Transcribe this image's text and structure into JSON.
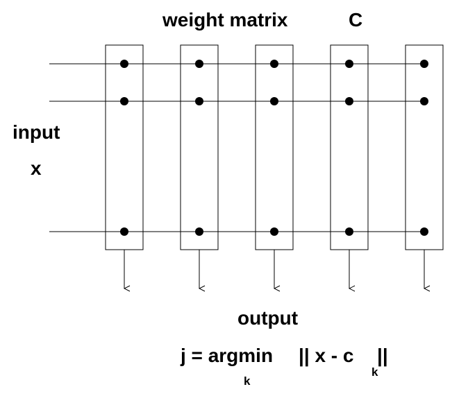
{
  "diagram": {
    "title_left": "weight matrix",
    "title_right": "C",
    "input_label_1": "input",
    "input_label_2": "x",
    "output_label": "output",
    "formula_main": "j = argmin",
    "formula_sub_k1": "k",
    "formula_norm_left": "|| x - c",
    "formula_sub_k2": "k",
    "formula_norm_right": "||",
    "columns": 5,
    "rows": 3,
    "line_color": "#000000",
    "dot_color": "#000000"
  }
}
